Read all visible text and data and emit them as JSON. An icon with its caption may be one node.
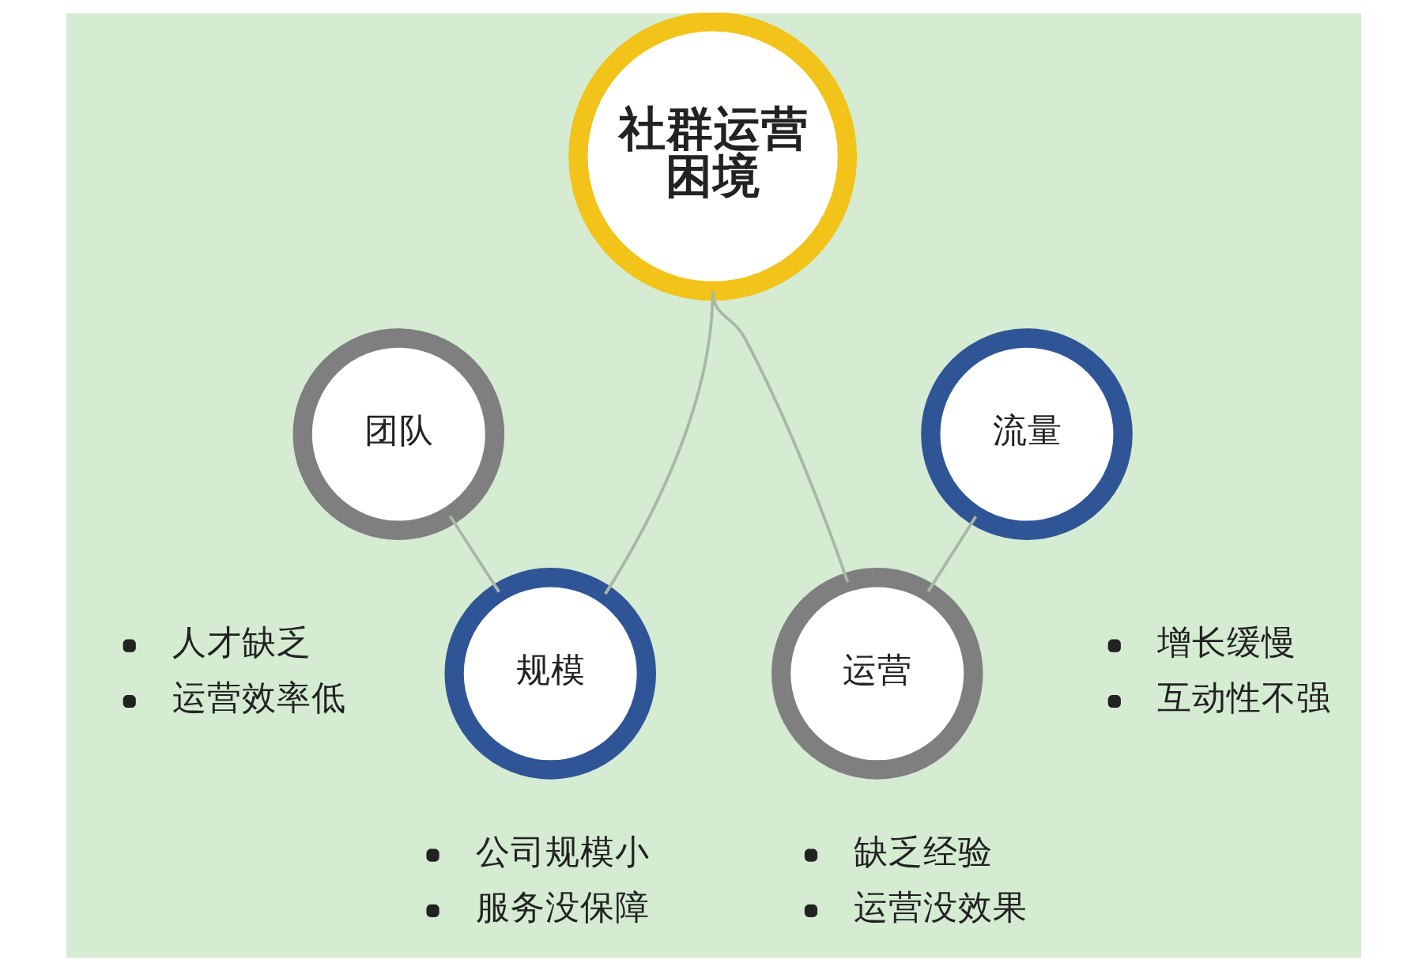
{
  "diagram": {
    "nodes": [
      {
        "text": [
          "社群运营困境"
        ]
      },
      {
        "text": [
          "团队"
        ],
        "beside": [
          "人才缺乏",
          "运营效率低"
        ]
      },
      {
        "text": [
          "规模"
        ],
        "beside": [
          "公司规模小",
          "服务没保障"
        ]
      },
      {
        "text": [
          "运营"
        ],
        "beside": [
          "缺乏经验",
          "运营没效果"
        ]
      },
      {
        "text": [
          "流量"
        ],
        "beside": [
          "增长缓慢",
          "互动性不强"
        ]
      }
    ],
    "edges": [
      {
        "from": 0,
        "to": 2,
        "arrow": "none"
      },
      {
        "from": 0,
        "to": 3,
        "arrow": "none"
      },
      {
        "from": 1,
        "to": 2,
        "arrow": "none"
      },
      {
        "from": 4,
        "to": 3,
        "arrow": "none"
      }
    ]
  }
}
